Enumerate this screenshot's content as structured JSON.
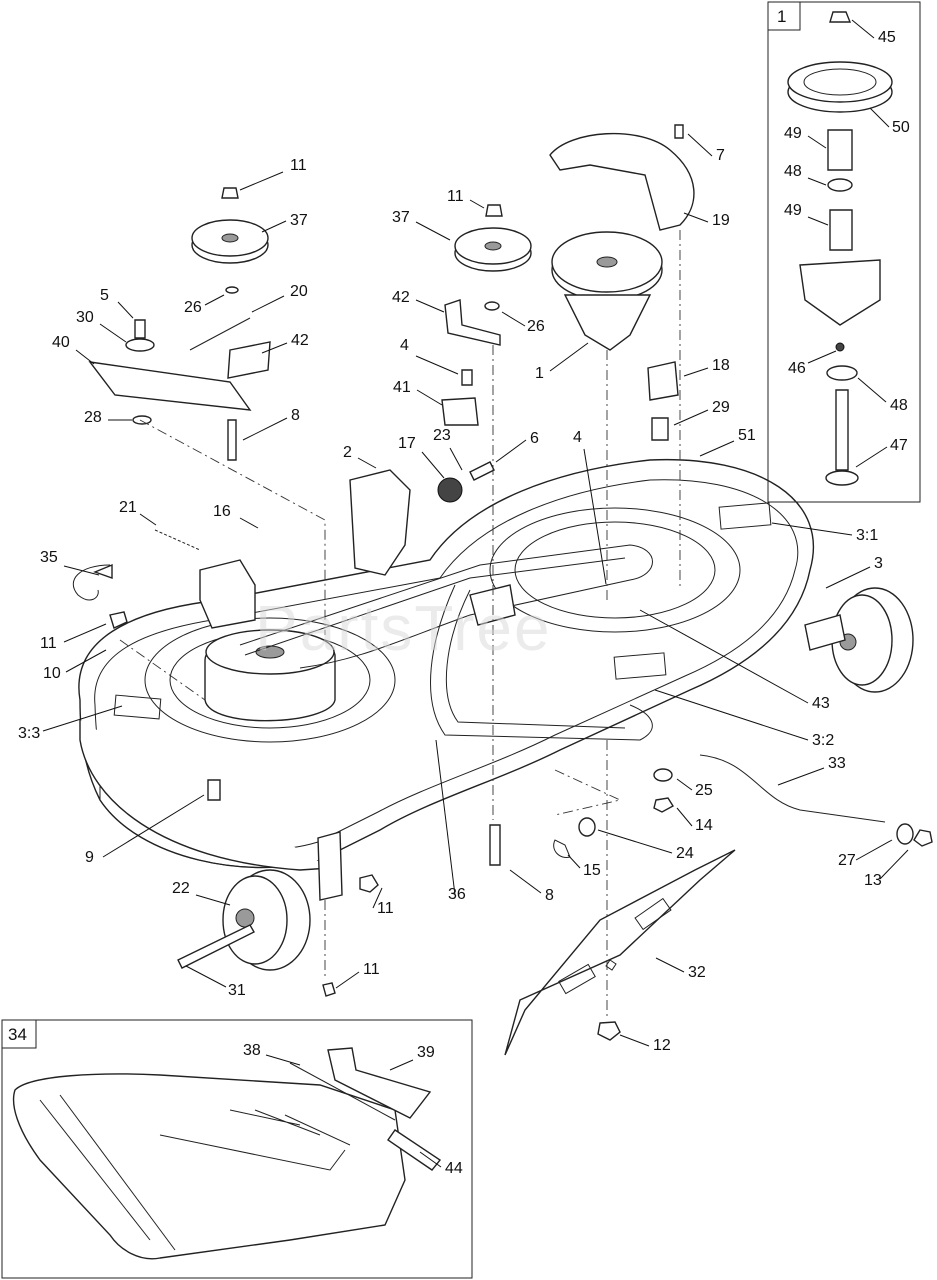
{
  "watermark": "PartsTree",
  "insets": [
    {
      "id": "inset-spindle",
      "label": "1"
    },
    {
      "id": "inset-mulch",
      "label": "34"
    }
  ],
  "callouts": [
    {
      "text": "11"
    },
    {
      "text": "37"
    },
    {
      "text": "5"
    },
    {
      "text": "20"
    },
    {
      "text": "30"
    },
    {
      "text": "26"
    },
    {
      "text": "40"
    },
    {
      "text": "42"
    },
    {
      "text": "28"
    },
    {
      "text": "8"
    },
    {
      "text": "11"
    },
    {
      "text": "37"
    },
    {
      "text": "42"
    },
    {
      "text": "26"
    },
    {
      "text": "4"
    },
    {
      "text": "41"
    },
    {
      "text": "2"
    },
    {
      "text": "17"
    },
    {
      "text": "23"
    },
    {
      "text": "6"
    },
    {
      "text": "7"
    },
    {
      "text": "19"
    },
    {
      "text": "1"
    },
    {
      "text": "18"
    },
    {
      "text": "29"
    },
    {
      "text": "4"
    },
    {
      "text": "51"
    },
    {
      "text": "3:1"
    },
    {
      "text": "3"
    },
    {
      "text": "21"
    },
    {
      "text": "16"
    },
    {
      "text": "35"
    },
    {
      "text": "11"
    },
    {
      "text": "10"
    },
    {
      "text": "43"
    },
    {
      "text": "3:3"
    },
    {
      "text": "3:2"
    },
    {
      "text": "33"
    },
    {
      "text": "25"
    },
    {
      "text": "14"
    },
    {
      "text": "9"
    },
    {
      "text": "24"
    },
    {
      "text": "27"
    },
    {
      "text": "15"
    },
    {
      "text": "13"
    },
    {
      "text": "22"
    },
    {
      "text": "11"
    },
    {
      "text": "36"
    },
    {
      "text": "8"
    },
    {
      "text": "32"
    },
    {
      "text": "31"
    },
    {
      "text": "11"
    },
    {
      "text": "12"
    },
    {
      "text": "45"
    },
    {
      "text": "50"
    },
    {
      "text": "49"
    },
    {
      "text": "48"
    },
    {
      "text": "49"
    },
    {
      "text": "46"
    },
    {
      "text": "48"
    },
    {
      "text": "47"
    },
    {
      "text": "38"
    },
    {
      "text": "39"
    },
    {
      "text": "44"
    }
  ]
}
